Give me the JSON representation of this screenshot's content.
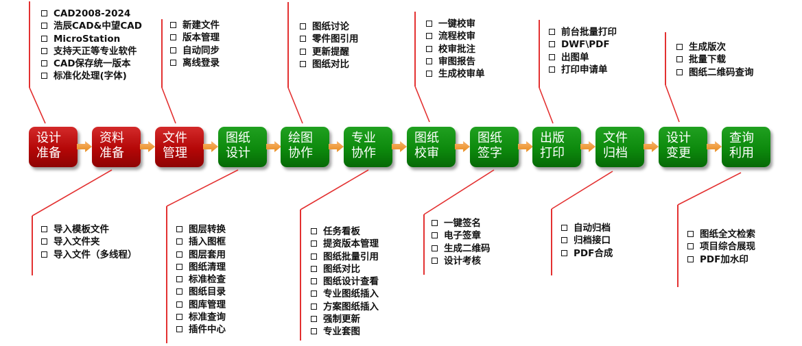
{
  "steps": [
    {
      "line1": "设计",
      "line2": "准备",
      "color": "red"
    },
    {
      "line1": "资料",
      "line2": "准备",
      "color": "red"
    },
    {
      "line1": "文件",
      "line2": "管理",
      "color": "red"
    },
    {
      "line1": "图纸",
      "line2": "设计",
      "color": "green"
    },
    {
      "line1": "绘图",
      "line2": "协作",
      "color": "green"
    },
    {
      "line1": "专业",
      "line2": "协作",
      "color": "green"
    },
    {
      "line1": "图纸",
      "line2": "校审",
      "color": "green"
    },
    {
      "line1": "图纸",
      "line2": "签字",
      "color": "green"
    },
    {
      "line1": "出版",
      "line2": "打印",
      "color": "green"
    },
    {
      "line1": "文件",
      "line2": "归档",
      "color": "green"
    },
    {
      "line1": "设计",
      "line2": "变更",
      "color": "green"
    },
    {
      "line1": "查询",
      "line2": "利用",
      "color": "green"
    }
  ],
  "colors": {
    "red": "#b40707",
    "green": "#0d8a0d",
    "arrow": "#e98b1c",
    "line": "#e33030"
  },
  "top_lists": [
    {
      "step": 0,
      "items": [
        "CAD2008-2024",
        "浩辰CAD&中望CAD",
        "MicroStation",
        "支持天正等专业软件",
        "CAD保存统一版本",
        "标准化处理(字体)"
      ]
    },
    {
      "step": 2,
      "items": [
        "新建文件",
        "版本管理",
        "自动同步",
        "离线登录"
      ]
    },
    {
      "step": 4,
      "items": [
        "图纸讨论",
        "零件图引用",
        "更新提醒",
        "图纸对比"
      ]
    },
    {
      "step": 6,
      "items": [
        "一键校审",
        "流程校审",
        "校审批注",
        "审图报告",
        "生成校审单"
      ]
    },
    {
      "step": 8,
      "items": [
        "前台批量打印",
        "DWF\\PDF",
        "出图单",
        "打印申请单"
      ]
    },
    {
      "step": 10,
      "items": [
        "生成版次",
        "批量下载",
        "图纸二维码查询"
      ]
    }
  ],
  "bottom_lists": [
    {
      "step": 1,
      "items": [
        "导入模板文件",
        "导入文件夹",
        "导入文件（多线程）"
      ]
    },
    {
      "step": 3,
      "items": [
        "图层转换",
        "插入图框",
        "图层套用",
        "图纸清理",
        "标准检查",
        "图纸目录",
        "图库管理",
        "标准查询",
        "插件中心"
      ]
    },
    {
      "step": 5,
      "items": [
        "任务看板",
        "提资版本管理",
        "图纸批量引用",
        "图纸对比",
        "图纸设计查看",
        "专业图纸插入",
        "方案图纸插入",
        "强制更新",
        "专业套图"
      ]
    },
    {
      "step": 7,
      "items": [
        "一键签名",
        "电子签章",
        "生成二维码",
        "设计考核"
      ]
    },
    {
      "step": 9,
      "items": [
        "自动归档",
        "归档接口",
        "PDF合成"
      ]
    },
    {
      "step": 11,
      "items": [
        "图纸全文检索",
        "项目综合展现",
        "PDF加水印"
      ]
    }
  ]
}
